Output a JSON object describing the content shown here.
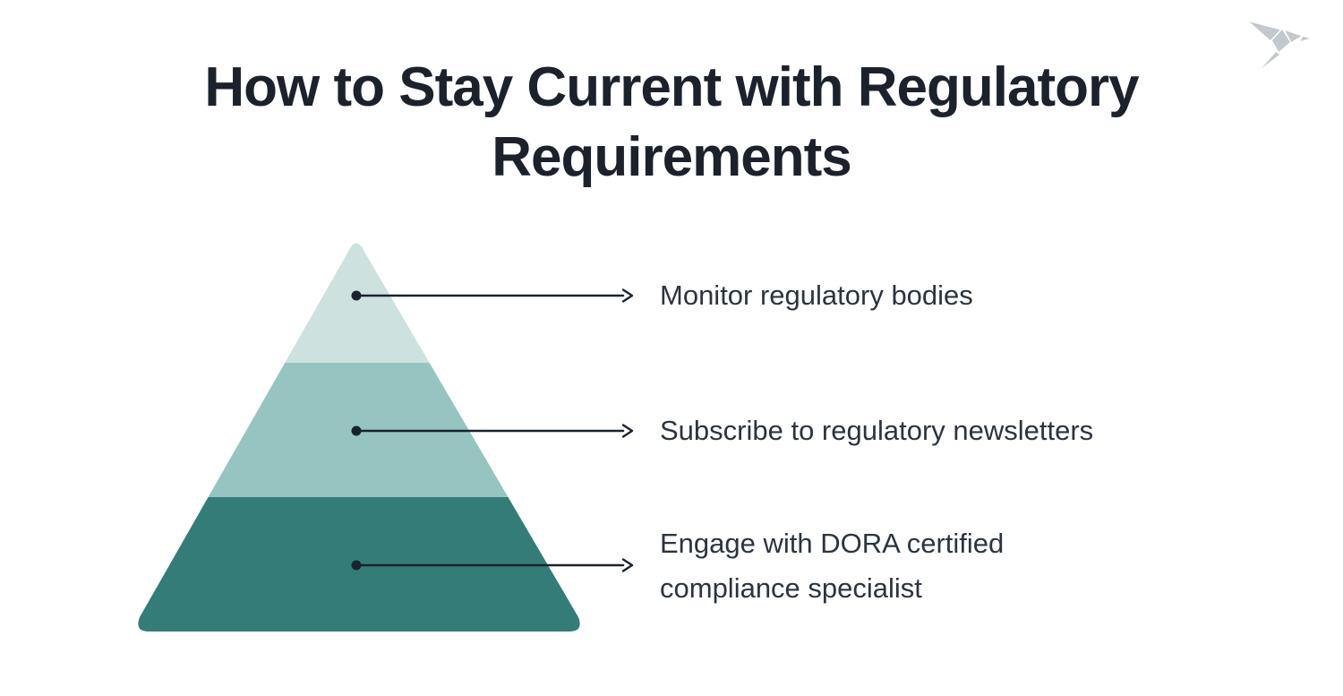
{
  "title": {
    "line1": "How to Stay Current with Regulatory",
    "line2": "Requirements"
  },
  "logo": {
    "icon": "origami-bird-icon",
    "color": "#c3c8ce"
  },
  "pyramid": {
    "type": "pyramid-3-tier",
    "tiers": [
      {
        "position": "top",
        "color": "#cde1de",
        "label": "Monitor regulatory bodies"
      },
      {
        "position": "middle",
        "color": "#96c5c1",
        "label": "Subscribe to regulatory newsletters"
      },
      {
        "position": "bottom",
        "color": "#347c77",
        "label": "Engage with DORA certified\ncompliance specialist"
      }
    ]
  },
  "colors": {
    "background": "#ffffff",
    "title_text": "#1b222c",
    "label_text": "#2b3440",
    "connector": "#19222e"
  }
}
